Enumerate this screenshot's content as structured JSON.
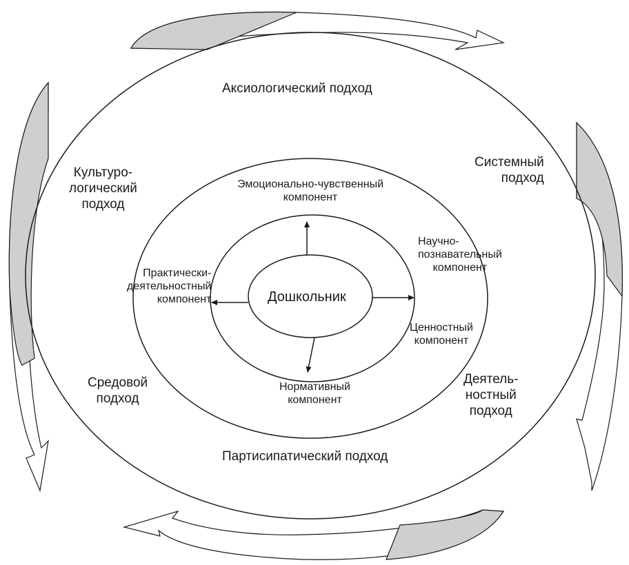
{
  "approaches": {
    "axiological": "Аксиологический подход",
    "culturological": [
      "Культуро-",
      "логический",
      "подход"
    ],
    "systemic": [
      "Системный",
      "подход"
    ],
    "environmental": [
      "Средовой",
      "подход"
    ],
    "activity": [
      "Деятель-",
      "ностный",
      "подход"
    ],
    "participatory": "Партисипатический подход"
  },
  "components": {
    "emotional": [
      "Эмоционально-чувственный",
      "компонент"
    ],
    "scientific": [
      "Научно-",
      "познавательный",
      "компонент"
    ],
    "practical": [
      "Практически-",
      "деятельностный",
      "компонент"
    ],
    "value": [
      "Ценностный",
      "компонент"
    ],
    "normative": [
      "Нормативный",
      "компонент"
    ]
  },
  "center": "Дошкольник",
  "colors": {
    "stroke": "#1a1a1a",
    "arrow_fill": "#cfcfcf",
    "background": "#ffffff"
  }
}
